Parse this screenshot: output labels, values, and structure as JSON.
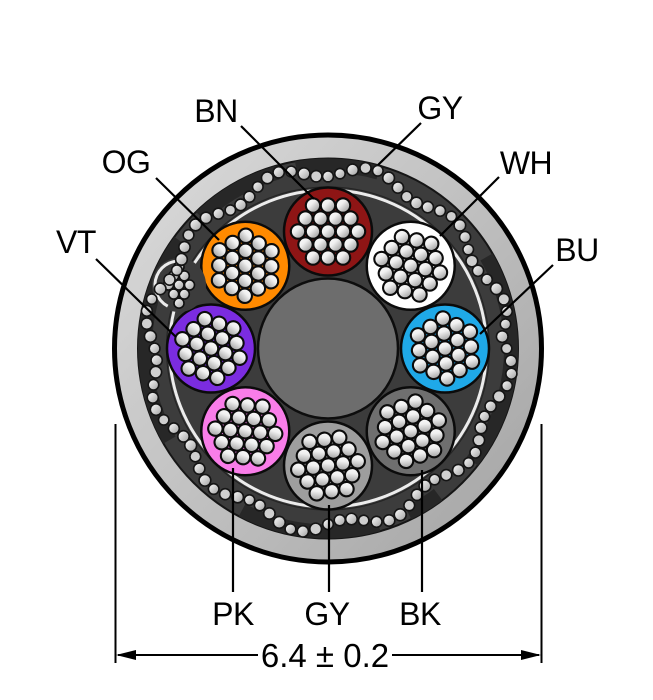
{
  "diagram": {
    "kind": "cable-cross-section",
    "dimension": {
      "text": "6.4 ± 0.2"
    },
    "jacket": {
      "label": "GY",
      "color_light": "#d6d6d6",
      "color_dark": "#a6a6a6"
    },
    "inner_filler_color": "#3c3c3c",
    "core_filler_color": "#6d6d6d",
    "foil_color": "#ececec",
    "strand_colors": {
      "light": "#ffffff",
      "dark": "#8a8a8a"
    },
    "conductors": [
      {
        "code": "BN",
        "color": "#8e1515",
        "angle_deg": -90
      },
      {
        "code": "WH",
        "color": "#ffffff",
        "angle_deg": -45
      },
      {
        "code": "BU",
        "color": "#1fa9e8",
        "angle_deg": 0
      },
      {
        "code": "BK",
        "color": "#6f6f6f",
        "angle_deg": 45
      },
      {
        "code": "GY",
        "color": "#9e9e9e",
        "angle_deg": 90
      },
      {
        "code": "PK",
        "color": "#f97de9",
        "angle_deg": 135
      },
      {
        "code": "VT",
        "color": "#7b2ce0",
        "angle_deg": 180
      },
      {
        "code": "OG",
        "color": "#ff8a00",
        "angle_deg": -135
      }
    ],
    "callouts": [
      {
        "text": "BN"
      },
      {
        "text": "GY"
      },
      {
        "text": "OG"
      },
      {
        "text": "WH"
      },
      {
        "text": "VT"
      },
      {
        "text": "BU"
      },
      {
        "text": "PK"
      },
      {
        "text": "GY"
      },
      {
        "text": "BK"
      }
    ]
  }
}
